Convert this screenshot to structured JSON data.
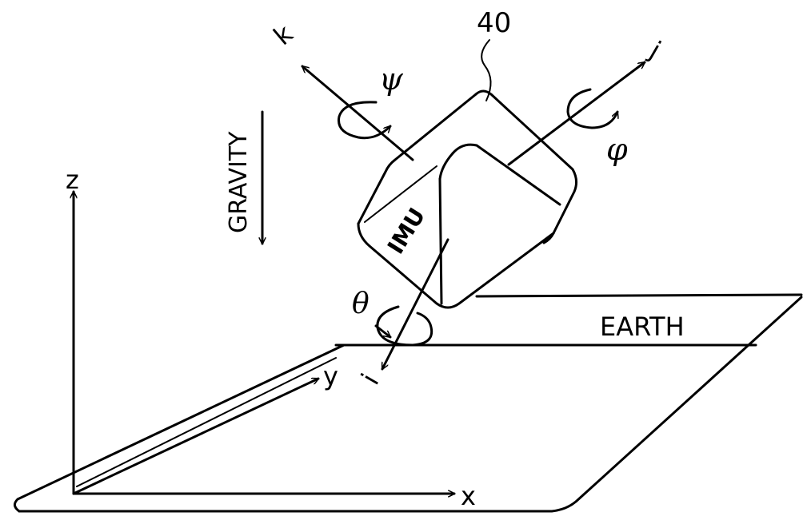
{
  "labels": {
    "reference_numeral": "40",
    "imu": "IMU",
    "gravity": "GRAVITY",
    "earth": "EARTH"
  },
  "axes": {
    "world": {
      "z": "z",
      "y": "y",
      "x": "x"
    },
    "body": {
      "i": "i",
      "j": "j",
      "k": "k"
    }
  },
  "rotations": {
    "psi": "ψ",
    "phi": "φ",
    "theta": "θ"
  },
  "colors": {
    "ink": "#000000",
    "background": "#ffffff"
  }
}
